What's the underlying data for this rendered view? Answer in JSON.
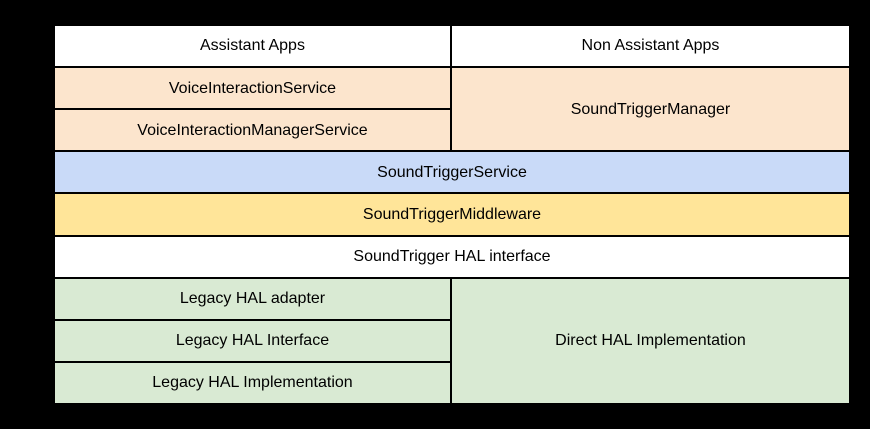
{
  "colors": {
    "background": "#000000",
    "border": "#000000",
    "text": "#000000",
    "apps_row": "#ffffff",
    "framework_row": "#fce5cd",
    "service_row": "#c9daf8",
    "middleware_row": "#ffe599",
    "hal_interface_row": "#ffffff",
    "hal_row": "#d9ead3"
  },
  "apps": {
    "assistant": "Assistant Apps",
    "non_assistant": "Non Assistant Apps"
  },
  "framework": {
    "voice_interaction_service": "VoiceInteractionService",
    "voice_interaction_manager_service": "VoiceInteractionManagerService",
    "sound_trigger_manager": "SoundTriggerManager"
  },
  "services": {
    "sound_trigger_service": "SoundTriggerService",
    "sound_trigger_middleware": "SoundTriggerMiddleware",
    "hal_interface": "SoundTrigger HAL interface"
  },
  "hal": {
    "legacy_adapter": "Legacy HAL adapter",
    "legacy_interface": "Legacy HAL Interface",
    "legacy_implementation": "Legacy HAL Implementation",
    "direct_implementation": "Direct HAL Implementation"
  }
}
